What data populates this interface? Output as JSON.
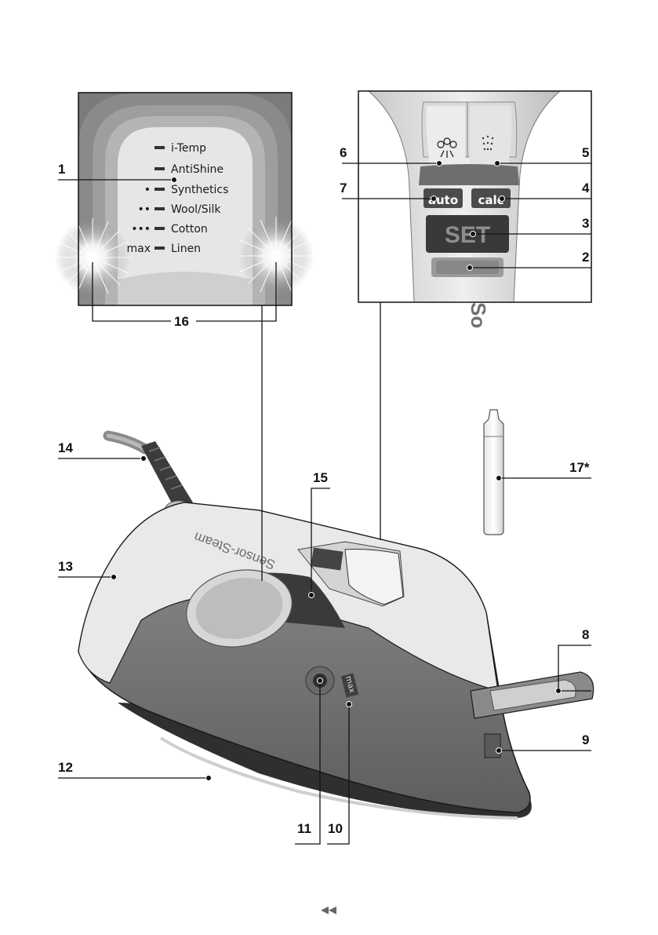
{
  "callouts": {
    "c1": "1",
    "c2": "2",
    "c3": "3",
    "c4": "4",
    "c5": "5",
    "c6": "6",
    "c7": "7",
    "c8": "8",
    "c9": "9",
    "c10": "10",
    "c11": "11",
    "c12": "12",
    "c13": "13",
    "c14": "14",
    "c15": "15",
    "c16": "16",
    "c17": "17*"
  },
  "temp_panel": {
    "settings": [
      {
        "marker": "",
        "label": "i-Temp"
      },
      {
        "marker": "",
        "label": "AntiShine"
      },
      {
        "marker": "•",
        "label": "Synthetics"
      },
      {
        "marker": "••",
        "label": "Wool/Silk"
      },
      {
        "marker": "•••",
        "label": "Cotton"
      },
      {
        "marker": "max",
        "label": "Linen"
      }
    ]
  },
  "control_panel": {
    "auto_label": "auto",
    "calc_label": "calc",
    "set_label": "SET",
    "brand_partial": "So"
  },
  "iron": {
    "brand_label": "Sensor-Steam",
    "max_label": "max"
  },
  "footer": {
    "nav_glyph": "◀◀"
  }
}
